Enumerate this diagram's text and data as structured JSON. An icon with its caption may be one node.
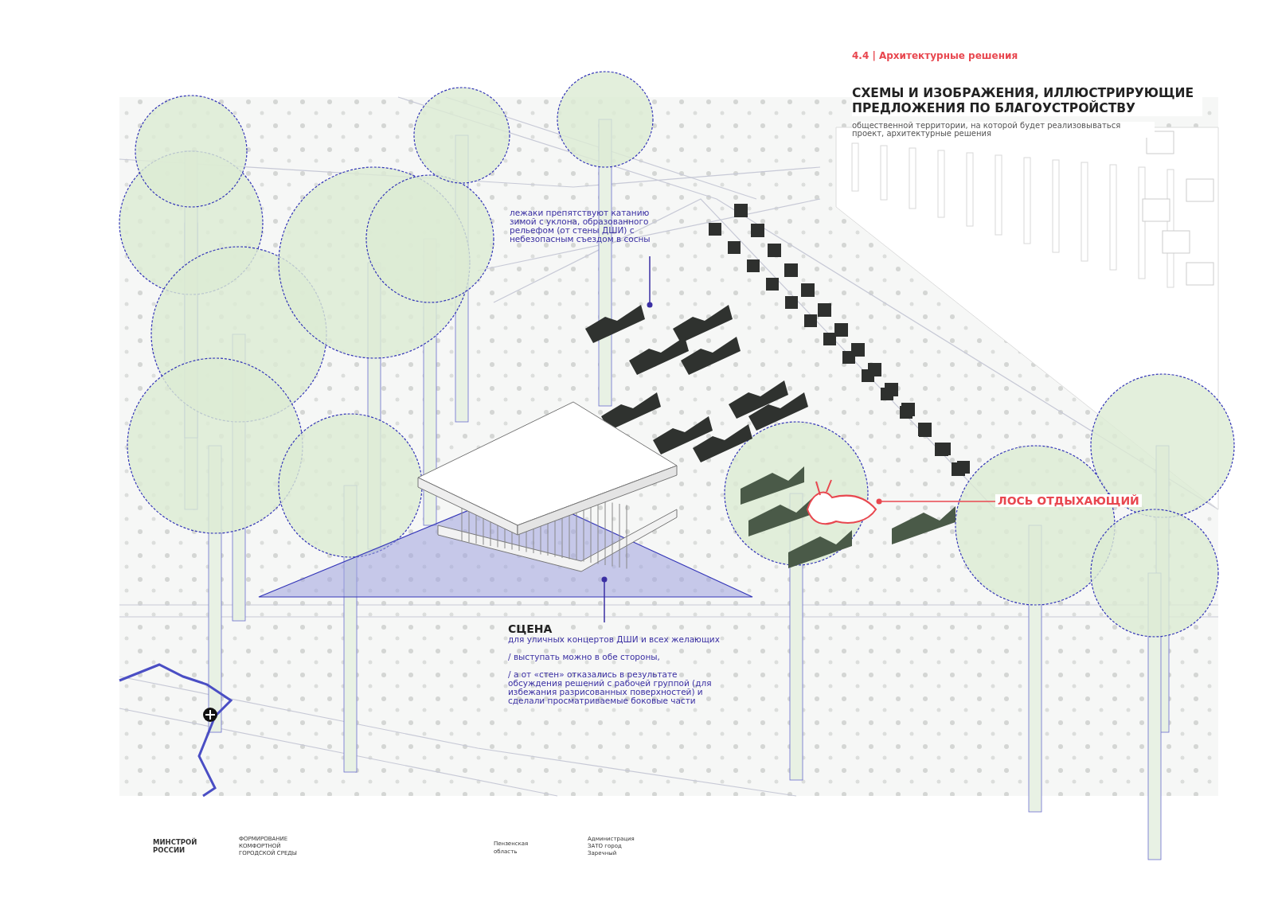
{
  "diagram": {
    "title": "СХЕМЫ И ИЗОБРАЖЕНИЯ, ИЛЛЮСТРИРУЮЩИЕ ПРЕДЛОЖЕНИЯ ПО БЛАГОУСТРОЙСТВУ",
    "nodes": [
      {
        "text": [
          "лежаки препятствуют катанию зимой с уклона, образованного рельефом (от стены ДШИ) с небезопасным съездом в сосны"
        ]
      },
      {
        "text": [],
        "shape": "picture"
      },
      {
        "text": [
          "СЦЕНА",
          "для уличных концертов ДШИ и всех желающих",
          "/ выступать можно в обе стороны,",
          "/ а от «стен» отказались в результате обсуждения решений с рабочей группой (для избежания разрисованных поверхностей) и сделали просматриваемые боковые части"
        ]
      },
      {
        "text": [],
        "shape": "picture"
      },
      {
        "text": [
          "ЛОСЬ ОТДЫХАЮЩИЙ"
        ]
      },
      {
        "text": [],
        "shape": "picture"
      }
    ],
    "edges": [
      {
        "from": 0,
        "to": 1,
        "arrow": "other"
      },
      {
        "from": 2,
        "to": 3,
        "arrow": "other"
      },
      {
        "from": 4,
        "to": 5,
        "arrow": "other",
        "color": "#e8474f"
      }
    ],
    "labels": [
      "4.4 | Архитектурные решения",
      "общественной территории, на которой будет реализовываться проект, архитектурные решения",
      "МИНСТРОЙ РОССИИ",
      "ФОРМИРОВАНИЕ КОМФОРТНОЙ ГОРОДСКОЙ СРЕДЫ",
      "Пензенская область",
      "Администрация ЗАТО город Заречный"
    ]
  }
}
